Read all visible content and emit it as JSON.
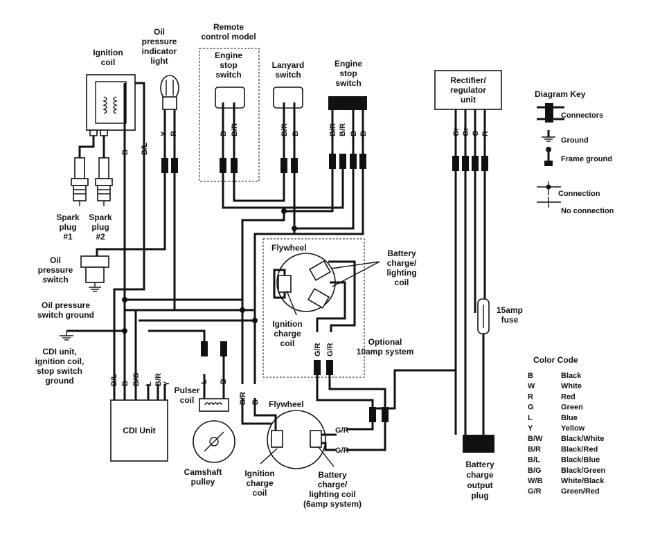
{
  "labels": {
    "ignition_coil": [
      "Ignition",
      "coil"
    ],
    "oil_light": [
      "Oil",
      "pressure",
      "indicator",
      "light"
    ],
    "remote_model": [
      "Remote",
      "control model"
    ],
    "engine_stop_remote": [
      "Engine",
      "stop",
      "switch"
    ],
    "lanyard_switch": [
      "Lanyard",
      "switch"
    ],
    "engine_stop_main": [
      "Engine",
      "stop",
      "switch"
    ],
    "rectifier": [
      "Rectifier/",
      "regulator",
      "unit"
    ],
    "spark_plug_1": [
      "Spark",
      "plug",
      "#1"
    ],
    "spark_plug_2": [
      "Spark",
      "plug",
      "#2"
    ],
    "oil_pressure_switch": [
      "Oil",
      "pressure",
      "switch"
    ],
    "oil_switch_ground": [
      "Oil pressure",
      "switch ground"
    ],
    "cdi_ground": [
      "CDI unit,",
      "ignition coil,",
      "stop switch",
      "ground"
    ],
    "cdi_unit": "CDI Unit",
    "pulser_coil": [
      "Pulser",
      "coil"
    ],
    "camshaft_pulley": [
      "Camshaft",
      "pulley"
    ],
    "flywheel_top": "Flywheel",
    "flywheel_bottom": "Flywheel",
    "battery_coil_top": [
      "Battery",
      "charge/",
      "lighting",
      "coil"
    ],
    "ignition_charge_top": [
      "Ignition",
      "charge",
      "coil"
    ],
    "optional_10amp": [
      "Optional",
      "10amp system"
    ],
    "ignition_charge_bottom": [
      "Ignition",
      "charge",
      "coil"
    ],
    "battery_coil_bottom": [
      "Battery",
      "charge/",
      "lighting coil",
      "(6amp system)"
    ],
    "fuse": [
      "15amp",
      "fuse"
    ],
    "battery_output_plug": [
      "Battery",
      "charge",
      "output",
      "plug"
    ]
  },
  "wire_codes": {
    "oil_light": [
      "Y",
      "R"
    ],
    "coil": [
      "B",
      "B/L"
    ],
    "remote_switch": [
      "B",
      "B/R"
    ],
    "lanyard": [
      "B/R",
      "B"
    ],
    "engine_stop": [
      "B/R",
      "B/R",
      "B",
      "B"
    ],
    "rectifier": [
      "Gr",
      "Gr",
      "G",
      "R"
    ],
    "cdi": [
      "B/L",
      "B",
      "B/G",
      "L",
      "B/R",
      "Y"
    ],
    "pulser": [
      "L",
      "B"
    ],
    "flywheel_mid": [
      "B/R",
      "B"
    ],
    "optional": [
      "G/R",
      "G/R"
    ],
    "flywheel_out": [
      "G/R",
      "G/R"
    ]
  },
  "diagram_key": {
    "title": "Diagram Key",
    "items": [
      "Connectors",
      "Ground",
      "Frame ground",
      "Connection",
      "No connection"
    ]
  },
  "color_code": {
    "title": "Color Code",
    "rows": [
      [
        "B",
        "Black"
      ],
      [
        "W",
        "White"
      ],
      [
        "R",
        "Red"
      ],
      [
        "G",
        "Green"
      ],
      [
        "L",
        "Blue"
      ],
      [
        "Y",
        "Yellow"
      ],
      [
        "B/W",
        "Black/White"
      ],
      [
        "B/R",
        "Black/Red"
      ],
      [
        "B/L",
        "Black/Blue"
      ],
      [
        "B/G",
        "Black/Green"
      ],
      [
        "W/B",
        "White/Black"
      ],
      [
        "G/R",
        "Green/Red"
      ]
    ]
  }
}
